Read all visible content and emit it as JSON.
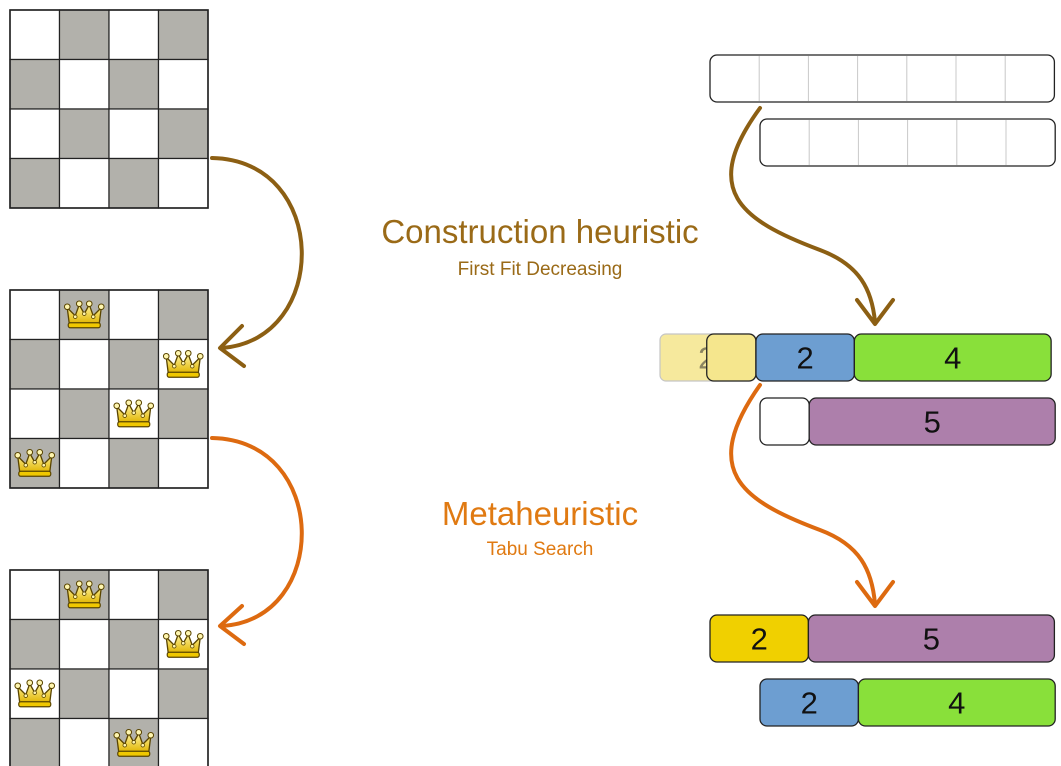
{
  "colors": {
    "construction": "#8c5f13",
    "meta": "#dd6a10",
    "gray_square": "#b2b1ab",
    "white_square": "#ffffff",
    "lesson_yellow": "#f0d000",
    "lesson_yellow_faded": "#f5e68d",
    "lesson_blue": "#6d9ed1",
    "lesson_green": "#89e03a",
    "lesson_purple": "#ad7fab"
  },
  "phases": {
    "construction": {
      "title": "Construction heuristic",
      "subtitle": "First Fit Decreasing"
    },
    "meta": {
      "title": "Metaheuristic",
      "subtitle": "Tabu Search"
    }
  },
  "boards": [
    {
      "name": "empty",
      "queens": []
    },
    {
      "name": "initial-solution",
      "queens": [
        [
          0,
          1
        ],
        [
          1,
          3
        ],
        [
          2,
          2
        ],
        [
          3,
          0
        ]
      ]
    },
    {
      "name": "improved-solution",
      "queens": [
        [
          0,
          1
        ],
        [
          1,
          3
        ],
        [
          2,
          0
        ],
        [
          3,
          2
        ]
      ]
    }
  ],
  "schedules": [
    {
      "name": "empty-rows",
      "rows": [
        {
          "blocks": [
            {
              "label": "",
              "color": "#ffffff",
              "slots": 7
            }
          ]
        },
        {
          "blocks": [
            {
              "label": "",
              "color": "#ffffff",
              "slots": 6
            }
          ]
        }
      ]
    },
    {
      "name": "construction-result",
      "rows": [
        {
          "blocks": [
            {
              "label": "2",
              "color": "#f5e68d",
              "slots": 1,
              "ghost": true
            },
            {
              "label": "",
              "color": "#f5e68d",
              "slots": 1
            },
            {
              "label": "2",
              "color": "#6d9ed1",
              "slots": 2
            },
            {
              "label": "4",
              "color": "#89e03a",
              "slots": 4
            }
          ]
        },
        {
          "blocks": [
            {
              "label": "",
              "color": "#ffffff",
              "slots": 1
            },
            {
              "label": "5",
              "color": "#ad7fab",
              "slots": 5
            }
          ]
        }
      ]
    },
    {
      "name": "tabu-result",
      "rows": [
        {
          "blocks": [
            {
              "label": "2",
              "color": "#f0d000",
              "slots": 2
            },
            {
              "label": "5",
              "color": "#ad7fab",
              "slots": 5
            }
          ]
        },
        {
          "blocks": [
            {
              "label": "2",
              "color": "#6d9ed1",
              "slots": 2
            },
            {
              "label": "4",
              "color": "#89e03a",
              "slots": 4
            }
          ]
        }
      ]
    }
  ],
  "queen_icon": "crown-queen-icon"
}
